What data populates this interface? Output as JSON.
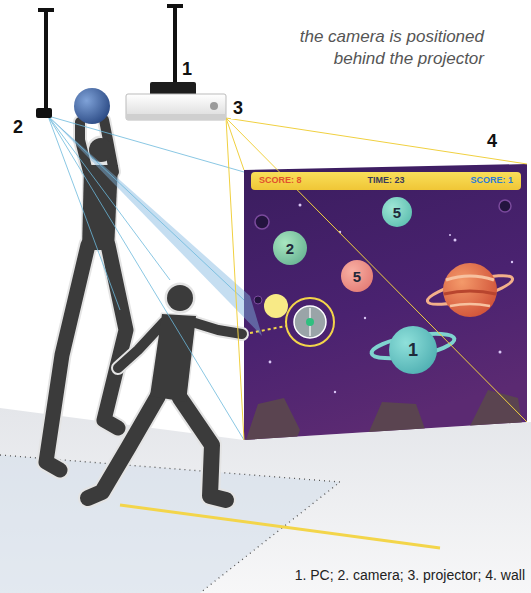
{
  "diagram": {
    "caption": "1. PC; 2. camera; 3. projector; 4. wall",
    "nodes": [
      {
        "text": [
          "SCORE: 8",
          "TIME: 23",
          "SCORE: 1"
        ]
      },
      {
        "text": [
          "5"
        ]
      },
      {
        "text": [
          "2"
        ]
      },
      {
        "text": [
          "5"
        ]
      },
      {
        "text": [
          "1"
        ]
      }
    ],
    "labels": [
      "1",
      "2",
      "3",
      "4",
      "the camera is positioned behind the projector"
    ]
  }
}
